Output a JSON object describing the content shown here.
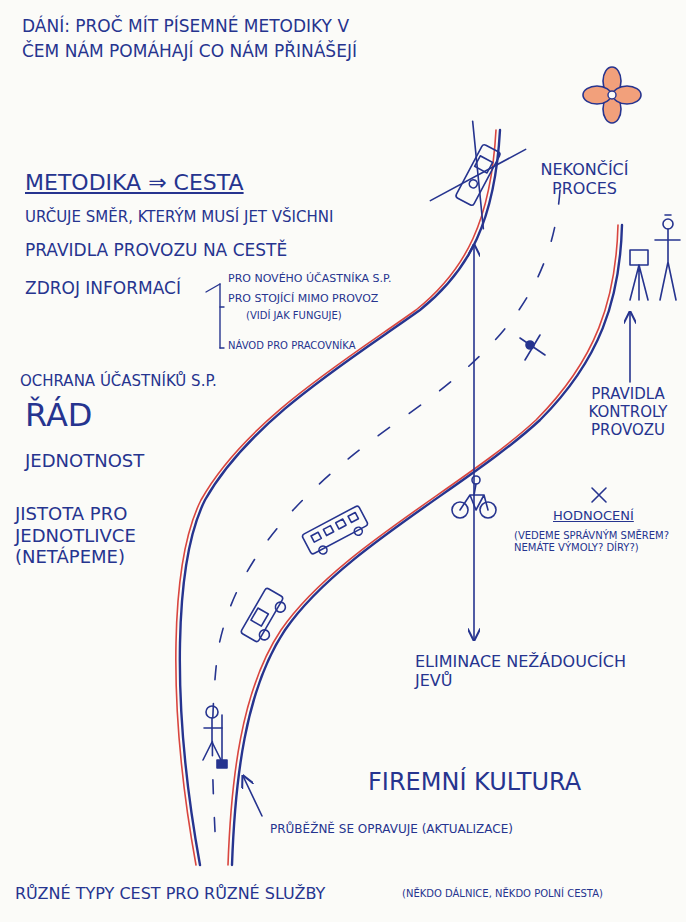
{
  "diagram": {
    "title": "DÁNÍ: PROČ MÍT PÍSEMNÉ METODIKY V ČEM NÁM POMÁHAJÍ CO NÁM PŘINÁŠEJÍ",
    "labels": [
      "METODIKA ⇒ CESTA",
      "URČUJE SMĚR, KTERÝM MUSÍ JET VŠICHNI",
      "PRAVIDLA PROVOZU NA CESTĚ",
      "ZDROJ INFORMACÍ",
      "PRO NOVÉHO ÚČASTNÍKA S.P.",
      "PRO STOJÍCÍ MIMO PROVOZ",
      "(VIDÍ JAK FUNGUJE)",
      "NÁVOD PRO PRACOVNÍKA",
      "OCHRANA ÚČASTNÍKŮ S.P.",
      "ŘÁD",
      "JEDNOTNOST",
      "JISTOTA PRO JEDNOTLIVCE (NETÁPEME)",
      "NEKONČÍCÍ PROCES",
      "PRAVIDLA KONTROLY PROVOZU",
      "HODNOCENÍ",
      "(VEDEME SPRÁVNÝM SMĚREM? NEMÁTE VÝMOLY? DÍRY?)",
      "ELIMINACE NEŽÁDOUCÍCH JEVŮ",
      "FIREMNÍ KULTURA",
      "PRŮBĚŽNĚ SE OPRAVUJE (AKTUALIZACE)",
      "RŮZNÉ TYPY CEST PRO RŮZNÉ SLUŽBY",
      "(NĚKDO DÁLNICE, NĚKDO POLNÍ CESTA)"
    ]
  }
}
